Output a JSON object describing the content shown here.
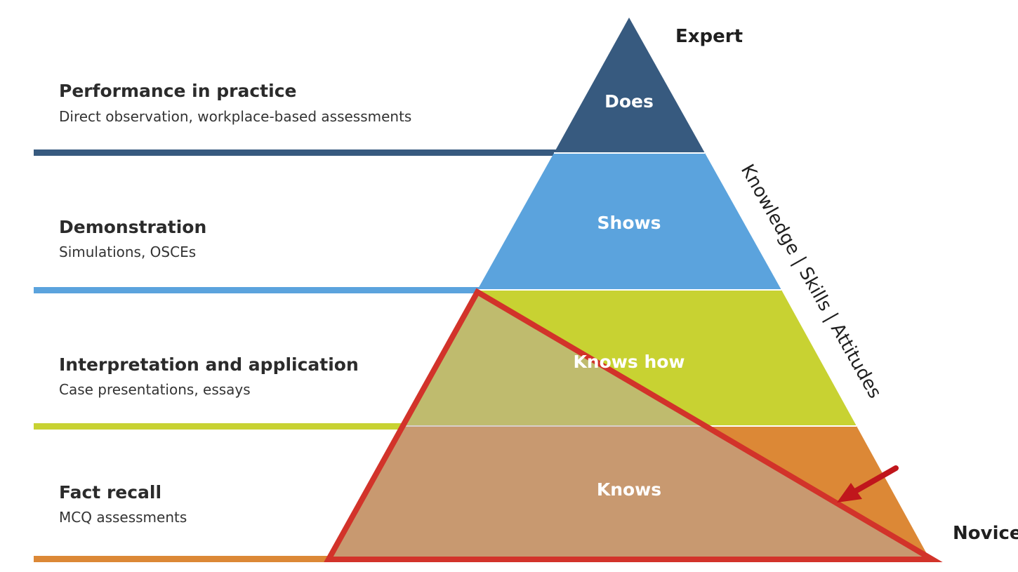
{
  "pyramid": {
    "top_label": "Expert",
    "bottom_label": "Novice",
    "side_label": "Knowledge | Skills | Attitudes",
    "tiers": [
      {
        "name": "Does",
        "color": "#375a7f"
      },
      {
        "name": "Shows",
        "color": "#5ba3dd"
      },
      {
        "name": "Knows how",
        "color": "#c8d232"
      },
      {
        "name": "Knows",
        "color": "#dc8836"
      }
    ]
  },
  "levels": [
    {
      "title": "Performance in practice",
      "description": "Direct observation, workplace-based assessments",
      "color": "#375a7f"
    },
    {
      "title": "Demonstration",
      "description": "Simulations, OSCEs",
      "color": "#5ba3dd"
    },
    {
      "title": "Interpretation and application",
      "description": "Case presentations, essays",
      "color": "#c8d232"
    },
    {
      "title": "Fact recall",
      "description": "MCQ assessments",
      "color": "#dc8836"
    }
  ],
  "overlay": {
    "outline_color": "#d2332a",
    "arrow_color": "#c0161c"
  }
}
